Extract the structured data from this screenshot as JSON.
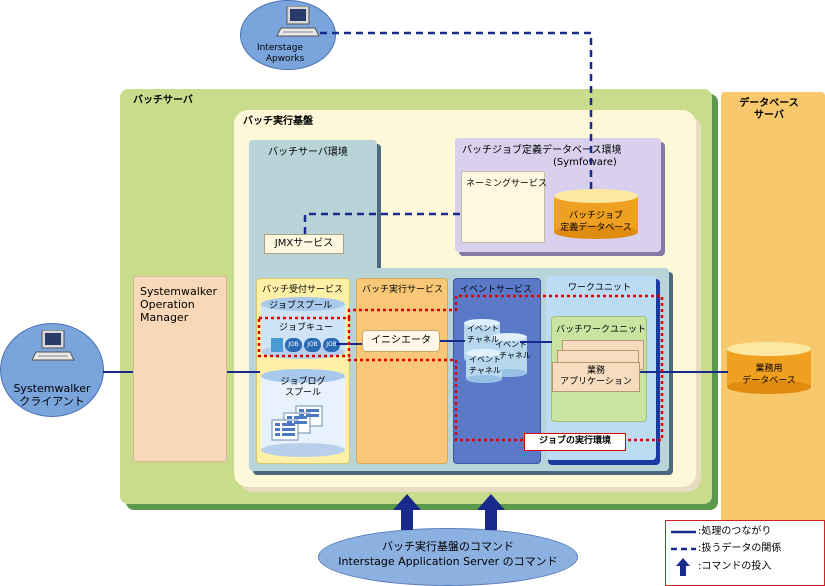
{
  "batch_server": {
    "title": "バッチサーバ"
  },
  "batch_platform": {
    "title": "バッチ実行基盤"
  },
  "batch_server_env": {
    "title": "バッチサーバ環境"
  },
  "jmx_service": {
    "label": "JMXサービス"
  },
  "def_db_env": {
    "title": "バッチジョブ定義データベース環境",
    "subtitle": "(Symfoware)"
  },
  "naming_service": {
    "label": "ネーミングサービス"
  },
  "def_db": {
    "line1": "バッチジョブ",
    "line2": "定義データベース"
  },
  "systemwalker_om": {
    "line1": "Systemwalker",
    "line2": "Operation",
    "line3": "Manager"
  },
  "receive_service": {
    "title": "バッチ受付サービス"
  },
  "job_spool": {
    "label": "ジョブスプール"
  },
  "job_queue": {
    "label": "ジョブキュー",
    "jobs": [
      "JOB",
      "JOB",
      "JOB"
    ]
  },
  "job_log_spool": {
    "line1": "ジョブログ",
    "line2": "スプール"
  },
  "exec_service": {
    "title": "バッチ実行サービス"
  },
  "initiator": {
    "label": "イニシエータ"
  },
  "event_service": {
    "title": "イベントサービス"
  },
  "event_channels": [
    {
      "line1": "イベント",
      "line2": "チャネル"
    },
    {
      "line1": "イベント",
      "line2": "チャネル"
    },
    {
      "line1": "イベント",
      "line2": "チャネル"
    }
  ],
  "work_unit": {
    "title": "ワークユニット"
  },
  "batch_work_unit": {
    "label": "バッチワークユニット"
  },
  "business_app": {
    "line1": "業務",
    "line2": "アプリケーション"
  },
  "job_exec_env": {
    "label": "ジョブの実行環境"
  },
  "db_server": {
    "line1": "データベース",
    "line2": "サーバ"
  },
  "business_db": {
    "line1": "業務用",
    "line2": "データベース"
  },
  "interstage_apworks": {
    "line1": "Interstage",
    "line2": "Apworks"
  },
  "systemwalker_client": {
    "line1": "Systemwalker",
    "line2": "クライアント"
  },
  "commands": {
    "line1": "バッチ実行基盤のコマンド",
    "line2": "Interstage Application Server のコマンド"
  },
  "legend": {
    "items": [
      {
        "label": ":処理のつながり"
      },
      {
        "label": ":扱うデータの関係"
      },
      {
        "label": ":コマンドの投入"
      }
    ]
  },
  "colors": {
    "batch_server_bg": "#c8dc8c",
    "batch_server_shadow": "#5a9a4a",
    "platform_bg": "#fff8d8",
    "server_env_bg": "#b8d4d8",
    "def_db_env_bg": "#d8d0ec",
    "db_server_bg": "#f8c86c",
    "db_cylinder": "#f0a020",
    "client_bg": "#a8c4e4",
    "line_blue": "#1a2a8c",
    "dotted_red": "#e00000"
  }
}
